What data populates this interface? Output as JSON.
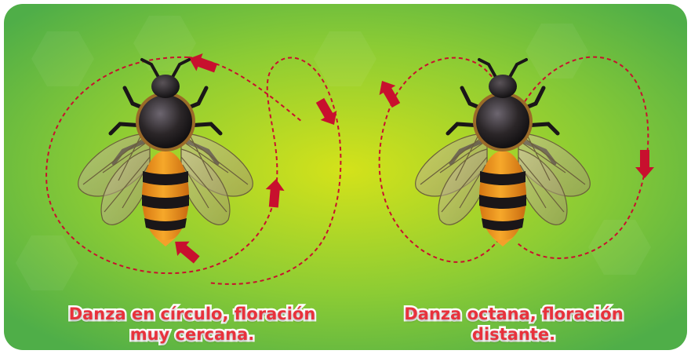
{
  "captions": {
    "left": {
      "line1": "Danza en  círculo, floración",
      "line2": "muy cercana."
    },
    "right": {
      "line1": "Danza octana, floración",
      "line2": "distante."
    }
  },
  "colors": {
    "background_center": "#d4e21a",
    "background_edge": "#5cb848",
    "dance_path": "#c8102e",
    "caption_text": "#e8323c",
    "caption_outline": "#ffffff"
  },
  "icons": [
    "honeybee-illustration",
    "direction-arrow-icon"
  ]
}
